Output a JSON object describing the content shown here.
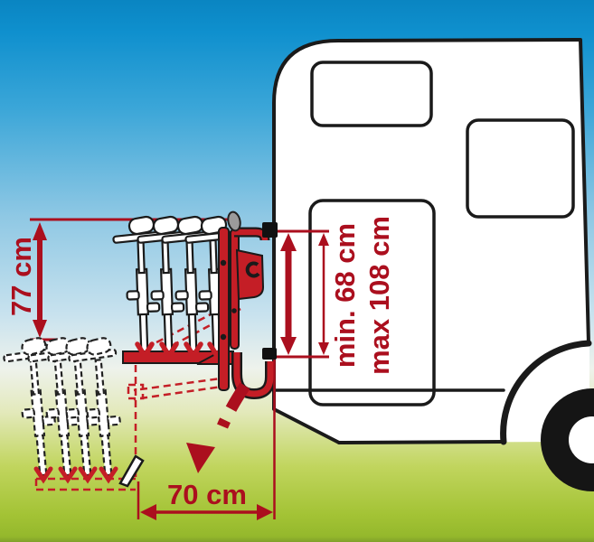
{
  "diagram": {
    "subject": "fold-down-bike-carrier-on-caravan",
    "labels": {
      "height": "77 cm",
      "min": "min. 68 cm",
      "max": "max 108 cm",
      "width": "70 cm"
    },
    "colors": {
      "sky_top": "#0a85c2",
      "sky_mid": "#8fc8e4",
      "horizon_white": "#eef2ec",
      "grass": "#a3c335",
      "grass_bottom": "#7fa02a",
      "caravan_fill": "#ffffff",
      "outline_black": "#1a1a1a",
      "rack_red": "#c41e26",
      "dimension_red": "#ab0f1e",
      "knob_gray": "#9b9b9b"
    },
    "counts": {
      "bikes_raised": 4,
      "bikes_lowered": 4,
      "windows": 2
    },
    "icons": {
      "fold_arrow": "curved-fold-down-arrow"
    }
  }
}
